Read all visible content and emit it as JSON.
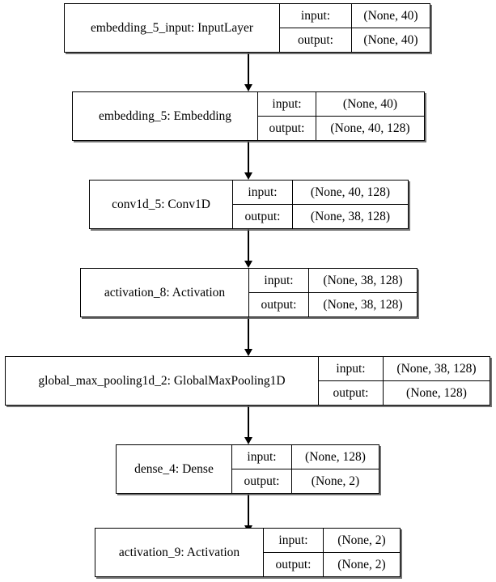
{
  "diagram": {
    "title": "Keras model architecture graph",
    "io_labels": {
      "input": "input:",
      "output": "output:"
    },
    "edge_color": "#000000",
    "box_border_color": "#000000",
    "background_color": "#ffffff",
    "nodes": [
      {
        "id": "embedding_5_input",
        "name": "embedding_5_input: InputLayer",
        "input_shape": "(None, 40)",
        "output_shape": "(None, 40)"
      },
      {
        "id": "embedding_5",
        "name": "embedding_5: Embedding",
        "input_shape": "(None, 40)",
        "output_shape": "(None, 40, 128)"
      },
      {
        "id": "conv1d_5",
        "name": "conv1d_5: Conv1D",
        "input_shape": "(None, 40, 128)",
        "output_shape": "(None, 38, 128)"
      },
      {
        "id": "activation_8",
        "name": "activation_8: Activation",
        "input_shape": "(None, 38, 128)",
        "output_shape": "(None, 38, 128)"
      },
      {
        "id": "global_max_pooling1d_2",
        "name": "global_max_pooling1d_2: GlobalMaxPooling1D",
        "input_shape": "(None, 38, 128)",
        "output_shape": "(None, 128)"
      },
      {
        "id": "dense_4",
        "name": "dense_4: Dense",
        "input_shape": "(None, 128)",
        "output_shape": "(None, 2)"
      },
      {
        "id": "activation_9",
        "name": "activation_9: Activation",
        "input_shape": "(None, 2)",
        "output_shape": "(None, 2)"
      }
    ],
    "edges": [
      {
        "from": "embedding_5_input",
        "to": "embedding_5"
      },
      {
        "from": "embedding_5",
        "to": "conv1d_5"
      },
      {
        "from": "conv1d_5",
        "to": "activation_8"
      },
      {
        "from": "activation_8",
        "to": "global_max_pooling1d_2"
      },
      {
        "from": "global_max_pooling1d_2",
        "to": "dense_4"
      },
      {
        "from": "dense_4",
        "to": "activation_9"
      }
    ]
  }
}
